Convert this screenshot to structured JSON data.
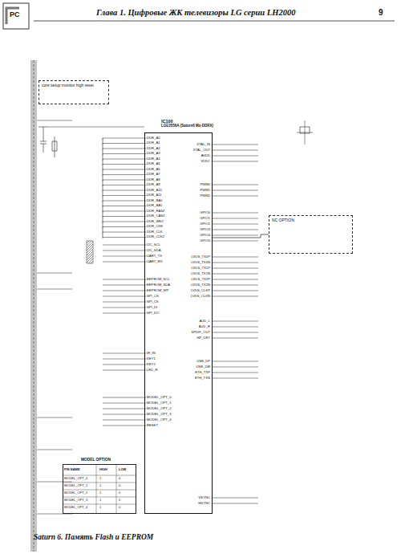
{
  "diagram": {
    "title": "Глава 1. Цифровые ЖК телевизоры LG серии LH2000",
    "caption": "Saturn 6. Память Flash и EEPROM",
    "nodes": [
      {
        "text": [
          "IC100",
          "LGE3556A (Saturn6 Mx-DDRX)"
        ]
      },
      {
        "text": [
          "core setup monitor high reset"
        ]
      },
      {
        "text": [
          "NC OPTION"
        ]
      },
      {
        "text": [
          "MODEL OPTION"
        ]
      }
    ],
    "edges": [
      {
        "from": 0,
        "to": 2,
        "arrow": "none"
      }
    ],
    "labels": [
      "9",
      "PC",
      "DDR_A0",
      "DDR_A1",
      "DDR_A2",
      "DDR_A3",
      "DDR_A4",
      "DDR_A5",
      "DDR_A6",
      "DDR_A7",
      "DDR_A8",
      "DDR_A9",
      "DDR_A10",
      "DDR_A11",
      "DDR_BA0",
      "DDR_BA1",
      "DDR_RASZ",
      "DDR_CASZ",
      "DDR_WEZ",
      "DDR_CKE",
      "DDR_CLK",
      "DDR_CLKZ",
      "I2C_SCL",
      "I2C_SDA",
      "UART_TX",
      "UART_RX",
      "EEPROM_SCL",
      "EEPROM_SDA",
      "EEPROM_WP",
      "SPI_CS",
      "SPI_CK",
      "SPI_DI",
      "SPI_DO",
      "IR_IN",
      "KEY1",
      "KEY2",
      "LED_R",
      "MODEL_OPT_0",
      "MODEL_OPT_1",
      "MODEL_OPT_2",
      "MODEL_OPT_3",
      "MODEL_OPT_4",
      "RESET",
      "XTAL_IN",
      "XTAL_OUT",
      "AVDD",
      "VDDC",
      "PWM0",
      "PWM1",
      "PWM2",
      "GPIO0",
      "GPIO1",
      "GPIO2",
      "GPIO3",
      "GPIO4",
      "GPIO5",
      "LVDS_TX0P",
      "LVDS_TX0N",
      "LVDS_TX1P",
      "LVDS_TX1N",
      "LVDS_TX2P",
      "LVDS_TX2N",
      "LVDS_CLKP",
      "LVDS_CLKN",
      "AUD_L",
      "AUD_R",
      "SPDIF_OUT",
      "HP_DET",
      "USB_DP",
      "USB_DM",
      "ETH_TXP",
      "ETH_TXN",
      "VSYNC",
      "HSYNC",
      "PIN NAME",
      "HIGH",
      "LOW",
      "MODEL_OPT_0",
      "1",
      "0",
      "MODEL_OPT_1",
      "1",
      "0",
      "MODEL_OPT_2",
      "1",
      "0",
      "MODEL_OPT_3",
      "1",
      "0",
      "MODEL_OPT_4",
      "1",
      "0"
    ]
  }
}
